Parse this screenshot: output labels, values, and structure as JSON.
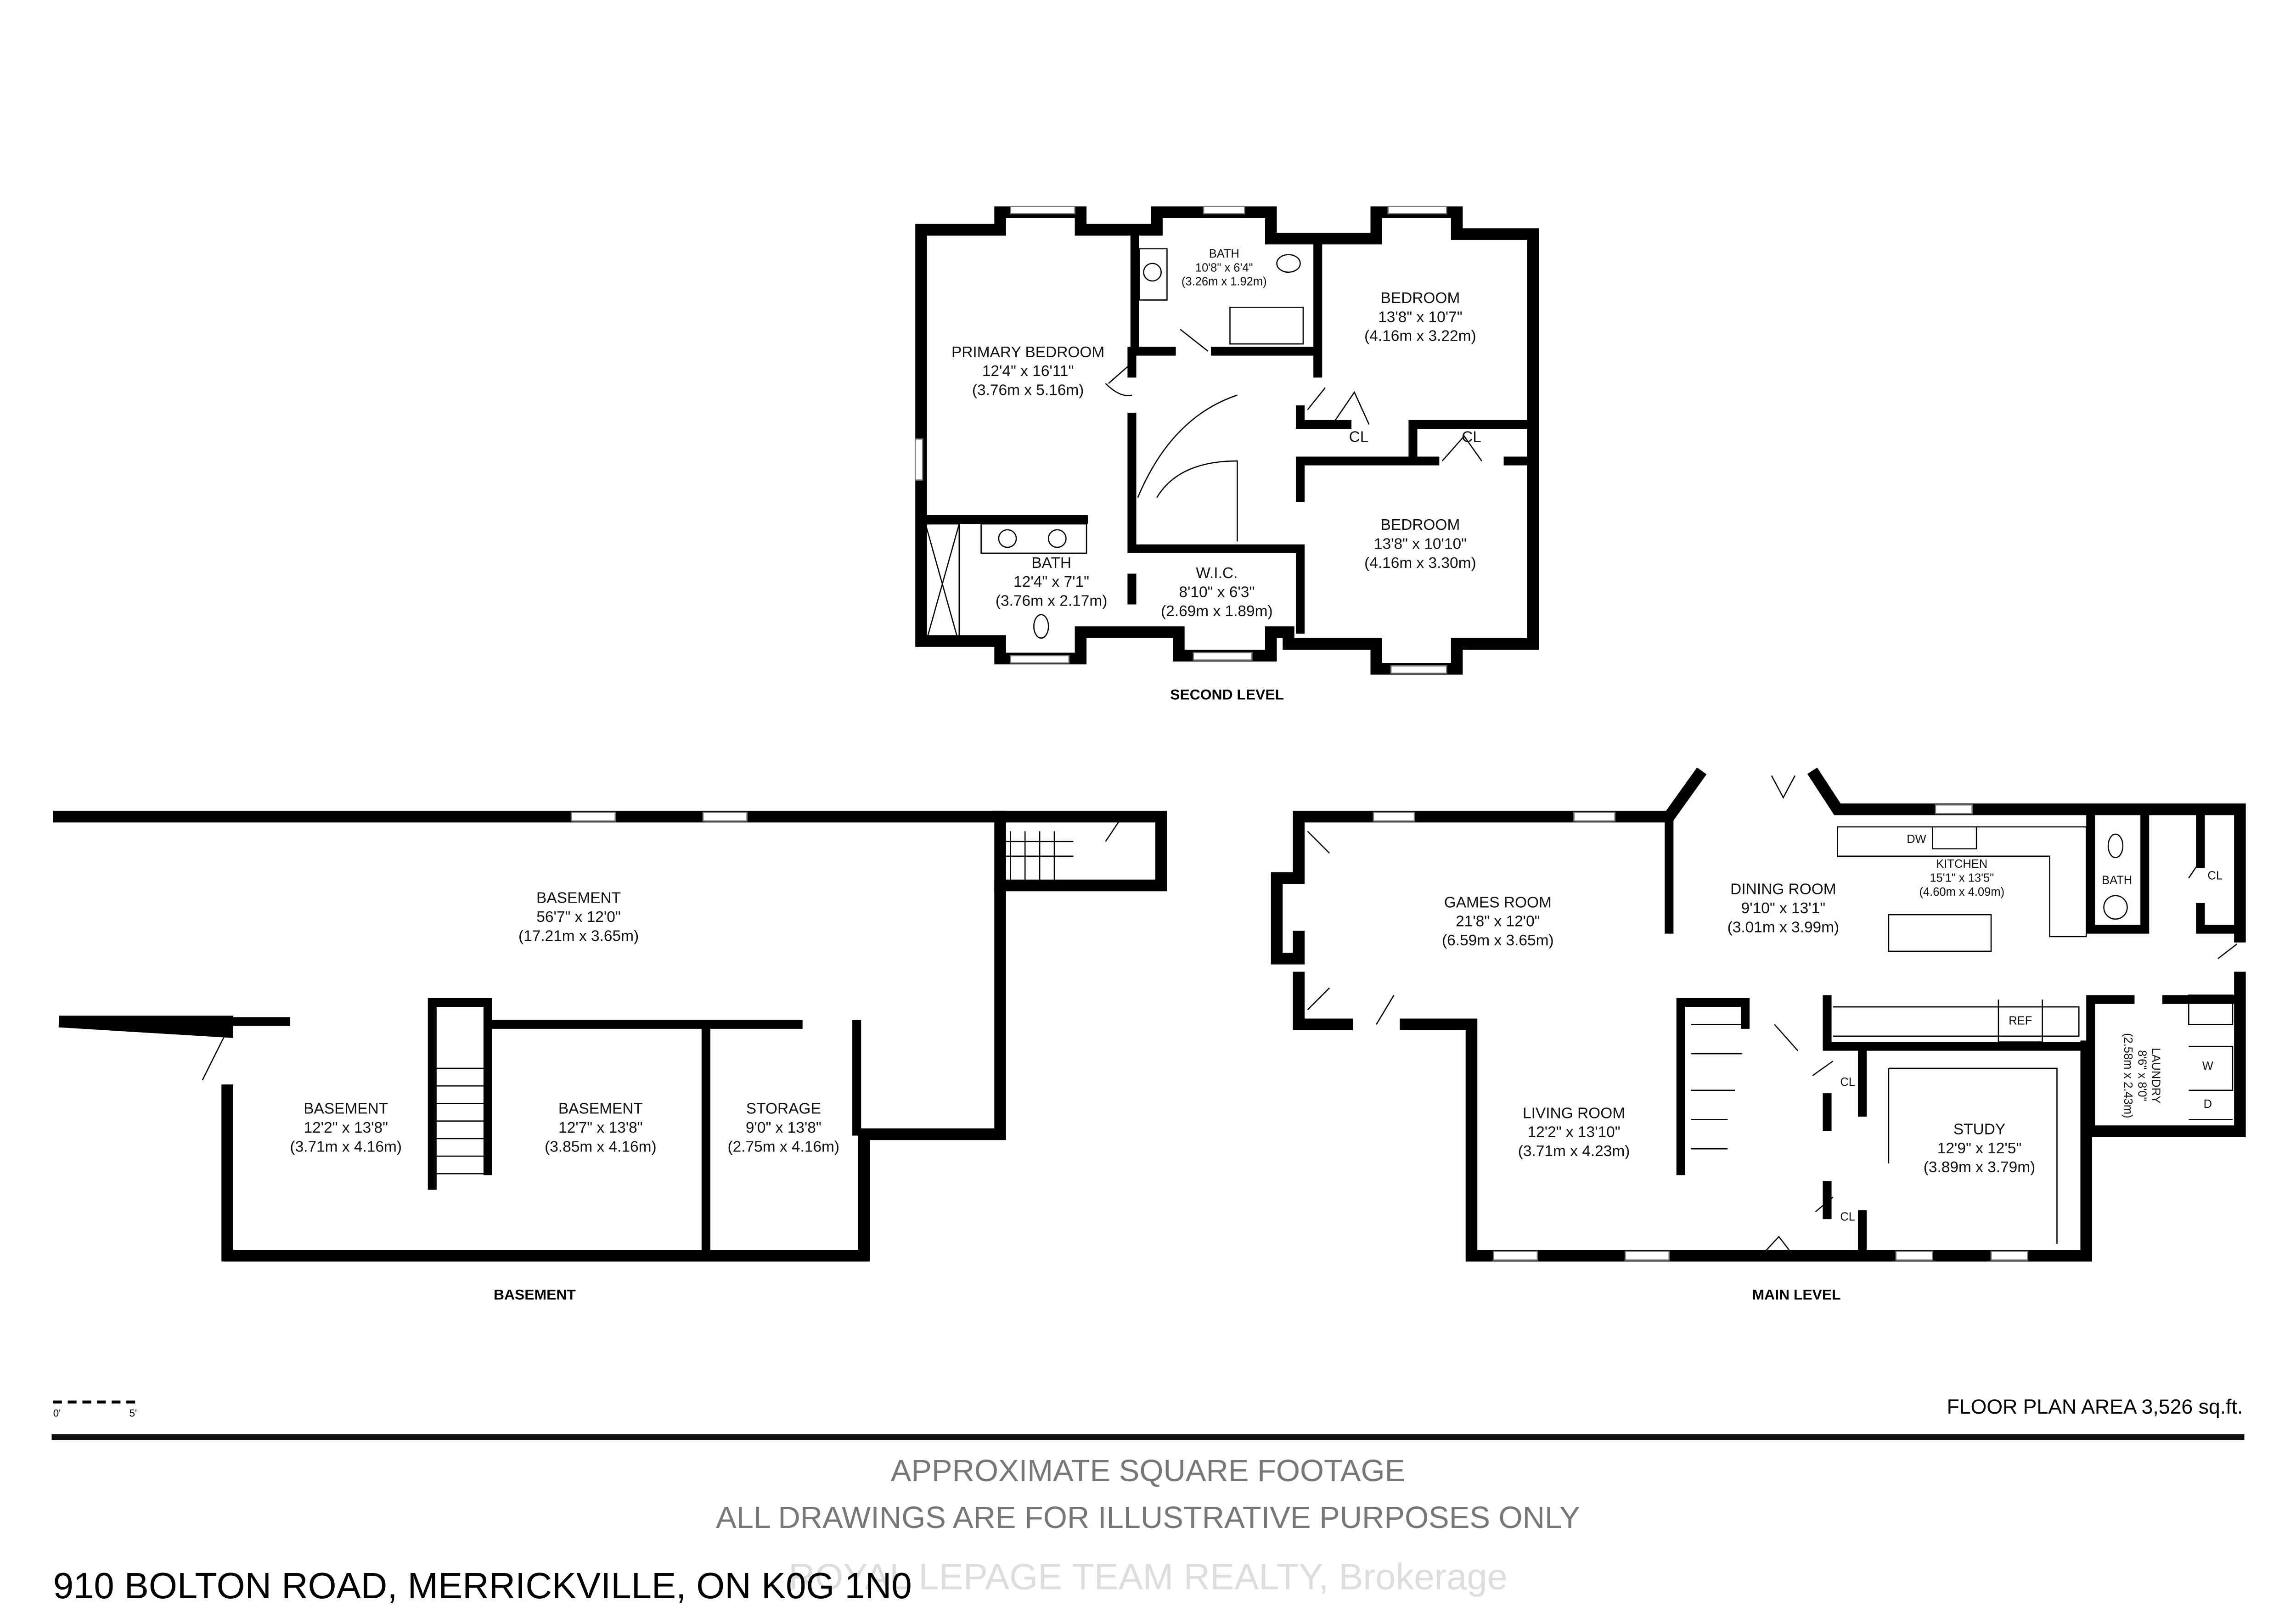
{
  "second_level": {
    "label": "SECOND LEVEL",
    "rooms": [
      {
        "name": "PRIMARY BEDROOM",
        "imperial": "12'4\" x 16'11\"",
        "metric": "(3.76m x 5.16m)"
      },
      {
        "name": "BATH",
        "imperial": "10'8\" x 6'4\"",
        "metric": "(3.26m x 1.92m)"
      },
      {
        "name": "BEDROOM",
        "imperial": "13'8\" x 10'7\"",
        "metric": "(4.16m x 3.22m)"
      },
      {
        "name": "BEDROOM",
        "imperial": "13'8\" x 10'10\"",
        "metric": "(4.16m x 3.30m)"
      },
      {
        "name": "BATH",
        "imperial": "12'4\" x 7'1\"",
        "metric": "(3.76m x 2.17m)"
      },
      {
        "name": "W.I.C.",
        "imperial": "8'10\" x 6'3\"",
        "metric": "(2.69m x 1.89m)"
      }
    ],
    "tags": [
      "CL",
      "CL"
    ]
  },
  "basement": {
    "label": "BASEMENT",
    "rooms": [
      {
        "name": "BASEMENT",
        "imperial": "56'7\" x 12'0\"",
        "metric": "(17.21m x 3.65m)"
      },
      {
        "name": "BASEMENT",
        "imperial": "12'2\" x 13'8\"",
        "metric": "(3.71m x 4.16m)"
      },
      {
        "name": "BASEMENT",
        "imperial": "12'7\" x 13'8\"",
        "metric": "(3.85m x 4.16m)"
      },
      {
        "name": "STORAGE",
        "imperial": "9'0\" x 13'8\"",
        "metric": "(2.75m x 4.16m)"
      }
    ]
  },
  "main_level": {
    "label": "MAIN LEVEL",
    "rooms": [
      {
        "name": "GAMES ROOM",
        "imperial": "21'8\" x 12'0\"",
        "metric": "(6.59m x 3.65m)"
      },
      {
        "name": "DINING ROOM",
        "imperial": "9'10\" x 13'1\"",
        "metric": "(3.01m x 3.99m)"
      },
      {
        "name": "KITCHEN",
        "imperial": "15'1\" x 13'5\"",
        "metric": "(4.60m x 4.09m)"
      },
      {
        "name": "LIVING ROOM",
        "imperial": "12'2\" x 13'10\"",
        "metric": "(3.71m x 4.23m)"
      },
      {
        "name": "STUDY",
        "imperial": "12'9\" x 12'5\"",
        "metric": "(3.89m x 3.79m)"
      },
      {
        "name": "LAUNDRY",
        "imperial": "8'6\" x 8'0\"",
        "metric": "(2.58m x 2.43m)"
      }
    ],
    "tags": {
      "bath": "BATH",
      "cl": "CL",
      "ref": "REF",
      "dw": "DW",
      "washer": "W",
      "dryer": "D"
    }
  },
  "scale_bar": {
    "start": "0'",
    "end": "5'"
  },
  "floor_plan_area": "FLOOR PLAN AREA 3,526 sq.ft.",
  "disclaimer": [
    "APPROXIMATE SQUARE FOOTAGE",
    "ALL DRAWINGS ARE FOR ILLUSTRATIVE PURPOSES ONLY"
  ],
  "address": "910 BOLTON ROAD, MERRICKVILLE, ON K0G 1N0",
  "watermark": "ROYAL LEPAGE TEAM REALTY, Brokerage"
}
